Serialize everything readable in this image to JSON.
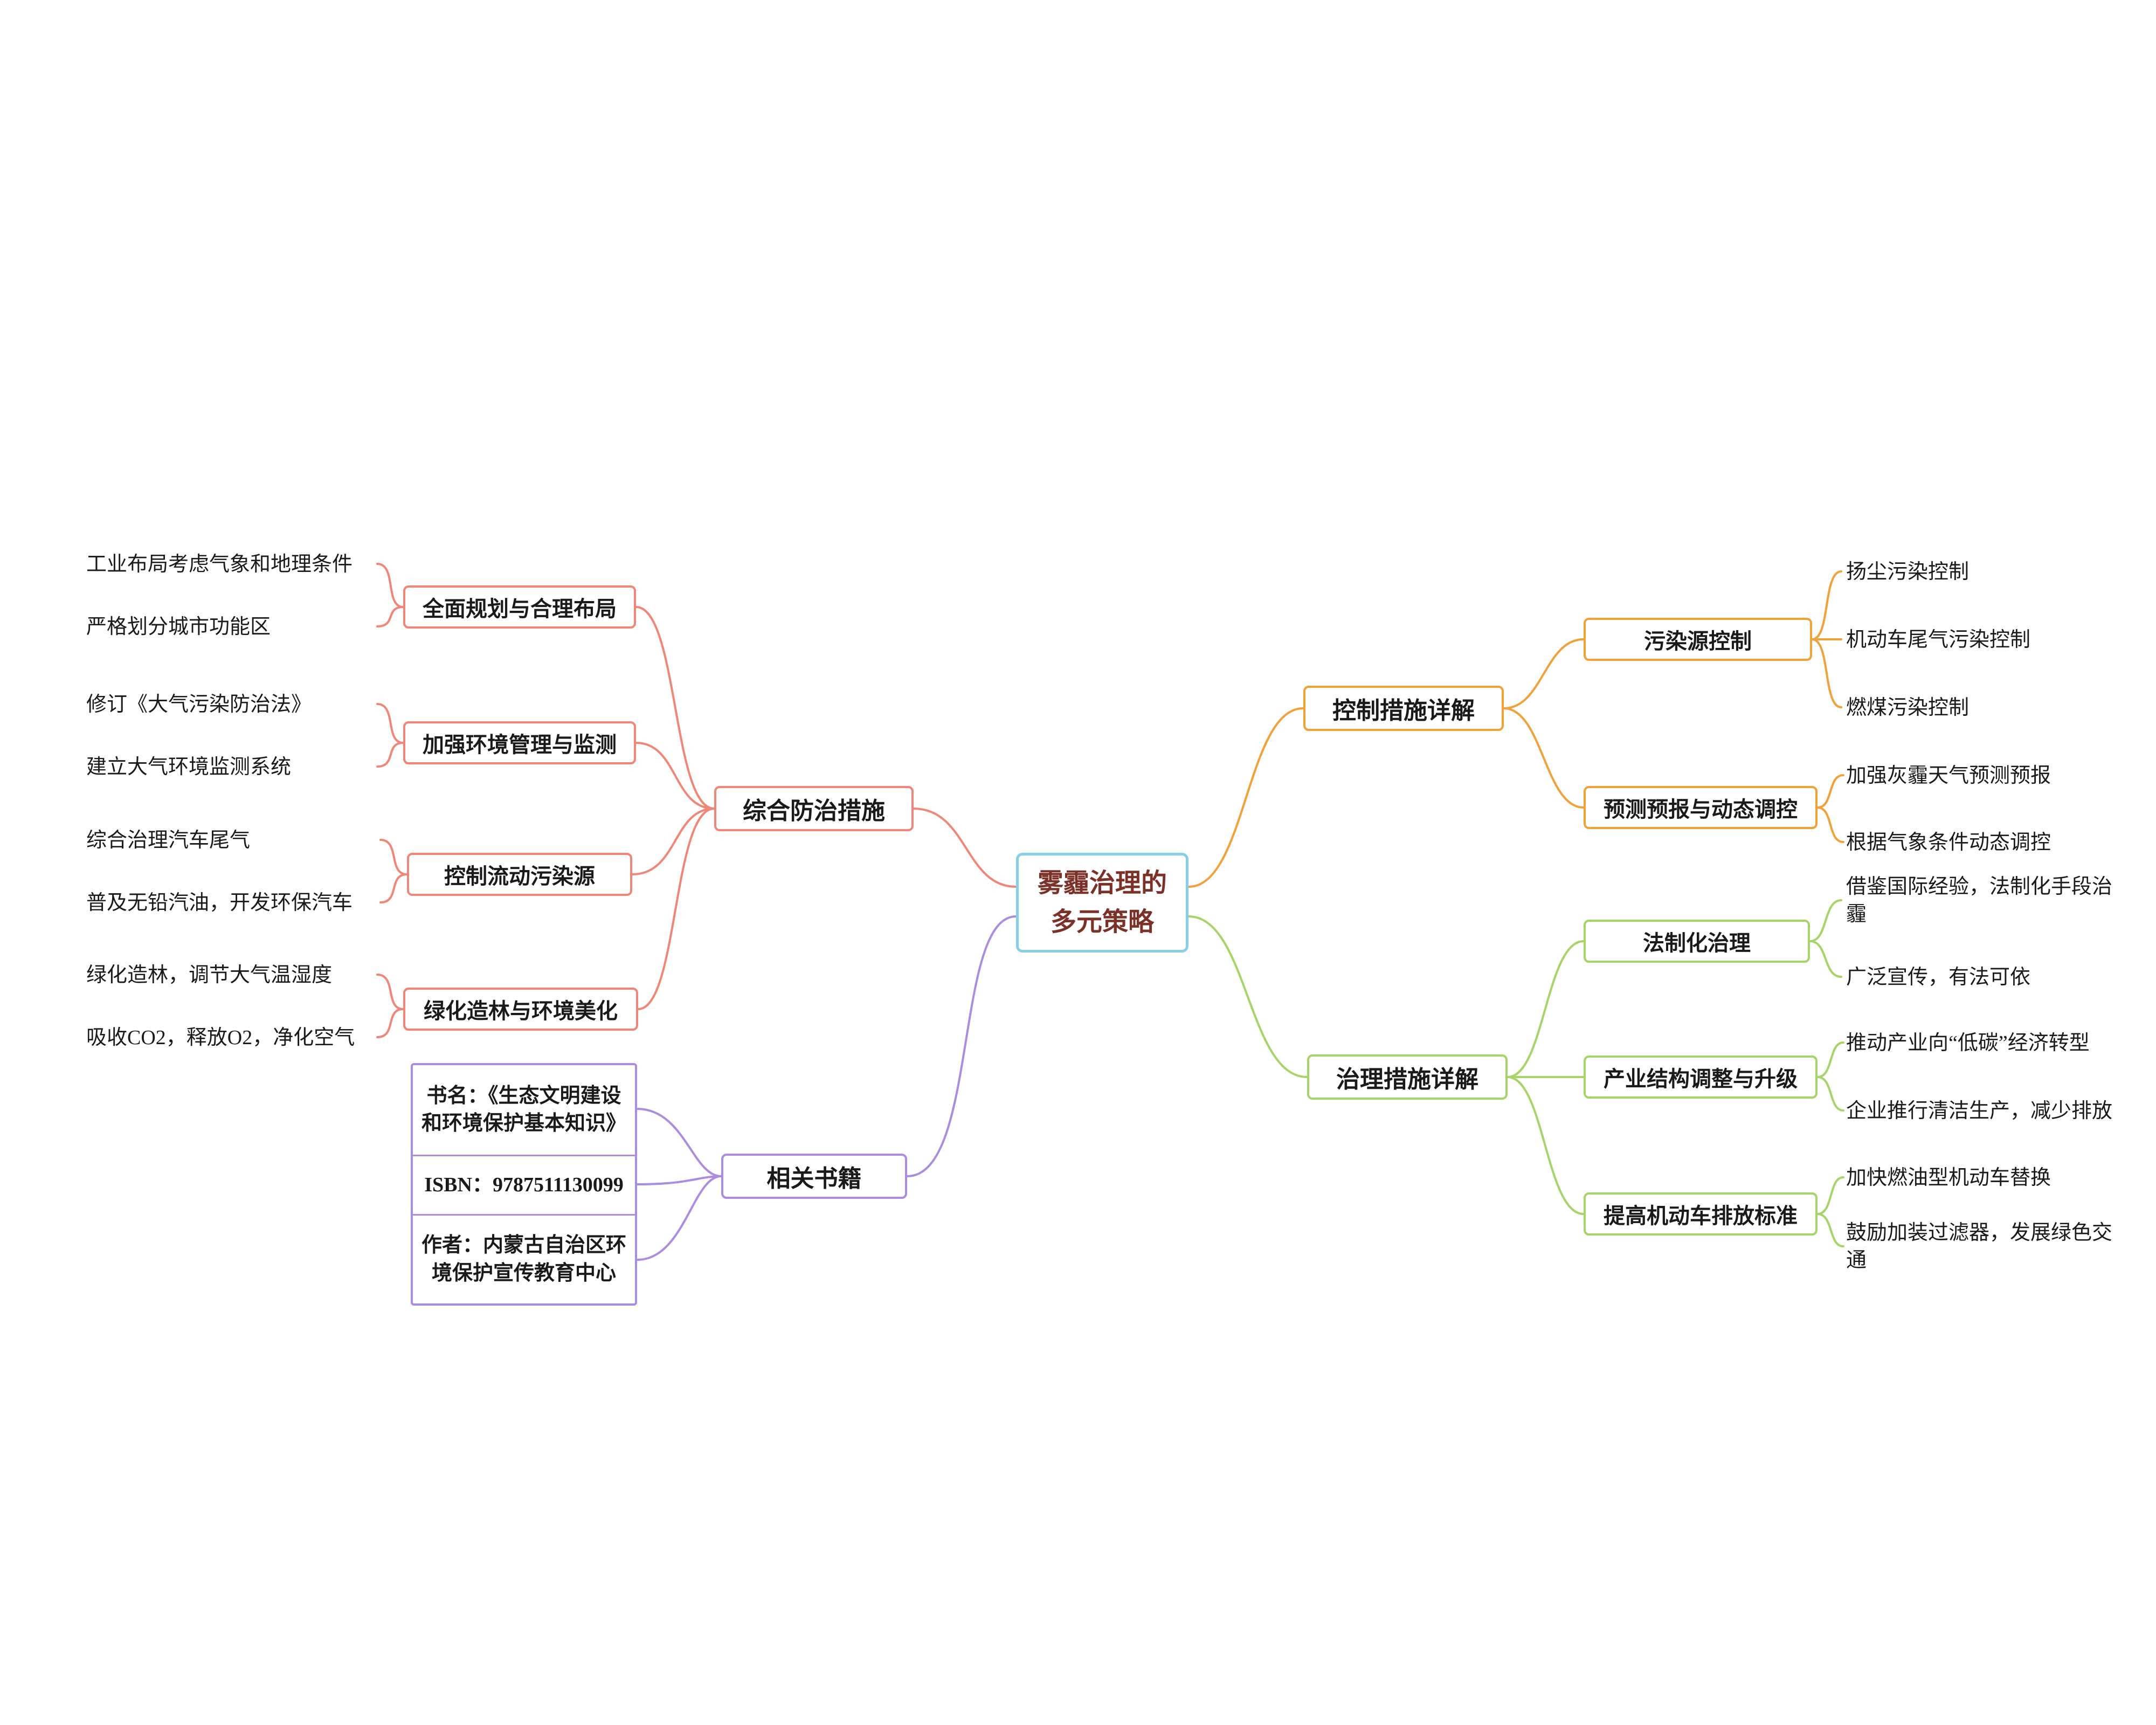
{
  "meta": {
    "title": "雾霾治理的多元策略"
  },
  "colors": {
    "center_border": "#87ceeb",
    "comprehensive_branch": "#ef8677",
    "books_branch": "#ab8ce0",
    "control_branch": "#f0a13a",
    "governance_branch": "#a6d468"
  },
  "center": {
    "label": "雾霾治理的\n多元策略"
  },
  "comprehensive": {
    "label": "综合防治措施",
    "children": [
      {
        "label": "全面规划与合理布局",
        "leaves": [
          "工业布局考虑气象和地理条件",
          "严格划分城市功能区"
        ]
      },
      {
        "label": "加强环境管理与监测",
        "leaves": [
          "修订《大气污染防治法》",
          "建立大气环境监测系统"
        ]
      },
      {
        "label": "控制流动污染源",
        "leaves": [
          "综合治理汽车尾气",
          "普及无铅汽油，开发环保汽车"
        ]
      },
      {
        "label": "绿化造林与环境美化",
        "leaves": [
          "绿化造林，调节大气温湿度",
          "吸收CO2，释放O2，净化空气"
        ]
      }
    ]
  },
  "books": {
    "label": "相关书籍",
    "entries": [
      "书名：《生态文明建设和环境保护基本知识》",
      "ISBN：9787511130099",
      "作者：内蒙古自治区环境保护宣传教育中心"
    ]
  },
  "control": {
    "label": "控制措施详解",
    "children": [
      {
        "label": "污染源控制",
        "leaves": [
          "扬尘污染控制",
          "机动车尾气污染控制",
          "燃煤污染控制"
        ]
      },
      {
        "label": "预测预报与动态调控",
        "leaves": [
          "加强灰霾天气预测预报",
          "根据气象条件动态调控"
        ]
      }
    ]
  },
  "governance": {
    "label": "治理措施详解",
    "children": [
      {
        "label": "法制化治理",
        "leaves": [
          "借鉴国际经验，法制化手段治霾",
          "广泛宣传，有法可依"
        ]
      },
      {
        "label": "产业结构调整与升级",
        "leaves": [
          "推动产业向“低碳”经济转型",
          "企业推行清洁生产，减少排放"
        ]
      },
      {
        "label": "提高机动车排放标准",
        "leaves": [
          "加快燃油型机动车替换",
          "鼓励加装过滤器，发展绿色交通"
        ]
      }
    ]
  }
}
